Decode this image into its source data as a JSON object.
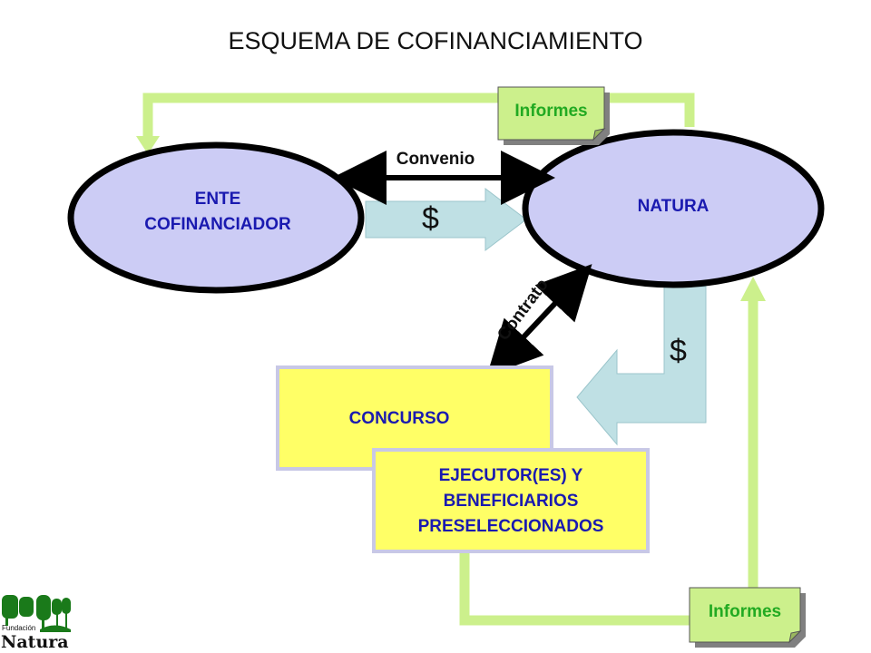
{
  "title": "ESQUEMA DE COFINANCIAMIENTO",
  "nodes": {
    "ente_line1": "ENTE",
    "ente_line2": "COFINANCIADOR",
    "natura": "NATURA",
    "concurso": "CONCURSO",
    "ejecutor_line1": "EJECUTOR(ES) Y",
    "ejecutor_line2": "BENEFICIARIOS",
    "ejecutor_line3": "PRESELECCIONADOS"
  },
  "edges": {
    "convenio": "Convenio",
    "contrato": "Contrato",
    "money_top": "$",
    "money_right": "$",
    "informes_top": "Informes",
    "informes_bottom": "Informes"
  },
  "logo": {
    "small": "Fundación",
    "name": "Natura"
  },
  "colors": {
    "ellipse_fill": "#ccccf5",
    "yellow_box": "#ffff66",
    "box_border": "#c8c8e6",
    "money_arrow": "#bfe0e4",
    "report_line": "#ccf08c",
    "informes_text": "#22aa22",
    "logo_green": "#1a7a1a"
  }
}
